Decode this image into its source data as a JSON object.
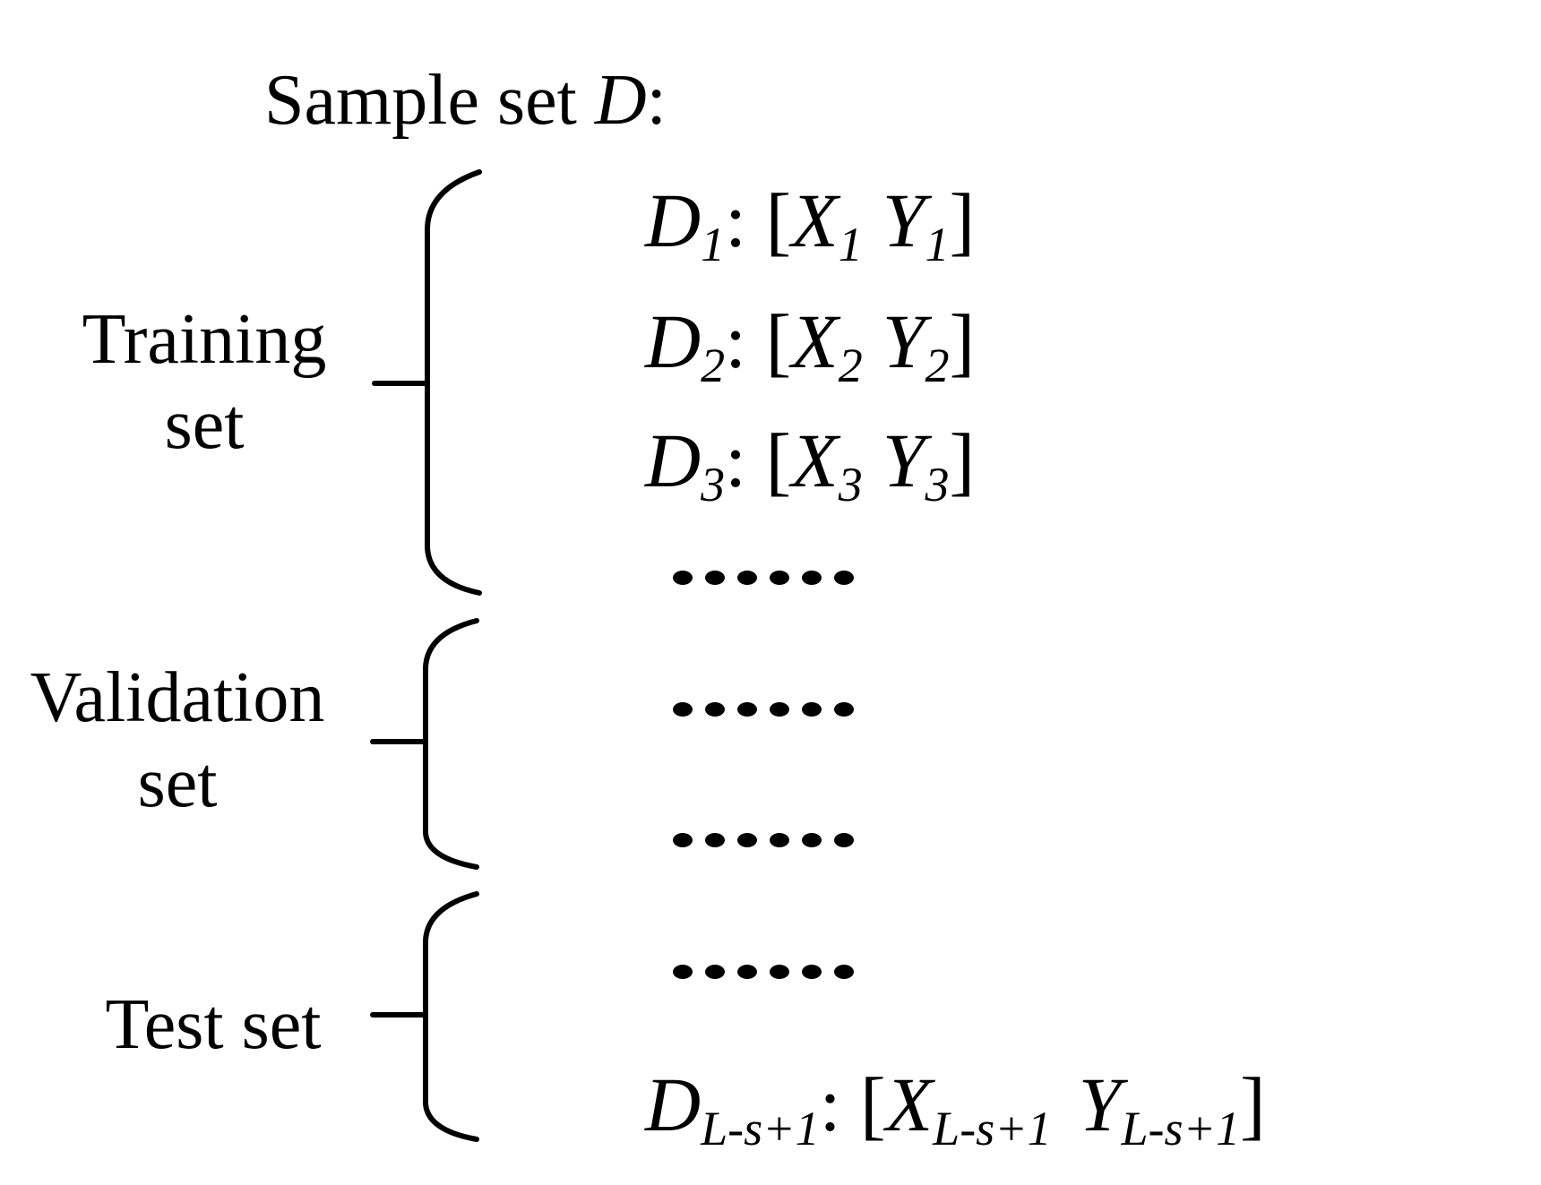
{
  "title": {
    "prefix": "Sample set ",
    "symbol": "D",
    "suffix": ":"
  },
  "groups": {
    "training": {
      "line1": "Training",
      "line2": "set"
    },
    "validation": {
      "line1": "Validation",
      "line2": "set"
    },
    "test": {
      "line1": "Test set"
    }
  },
  "samples": {
    "d1": {
      "D": "D",
      "index": "1",
      "sep": ": [",
      "X": "X",
      "Y": "Y",
      "close": "]"
    },
    "d2": {
      "D": "D",
      "index": "2",
      "sep": ": [",
      "X": "X",
      "Y": "Y",
      "close": "]"
    },
    "d3": {
      "D": "D",
      "index": "3",
      "sep": ": [",
      "X": "X",
      "Y": "Y",
      "close": "]"
    },
    "dlast": {
      "D": "D",
      "index": "L-s+1",
      "sep": ": [",
      "X": "X",
      "Y": "Y",
      "close": "]"
    }
  },
  "ellipsis": "……",
  "colors": {
    "ink": "#000000",
    "background": "#ffffff"
  }
}
